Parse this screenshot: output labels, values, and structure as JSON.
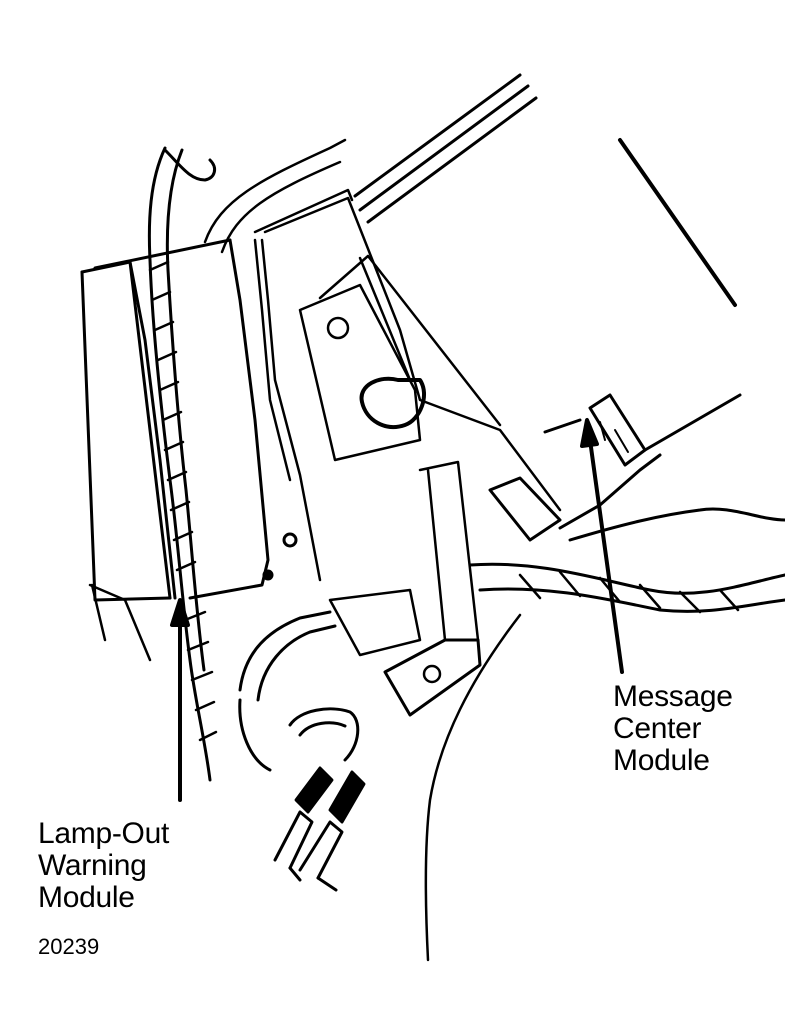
{
  "labels": {
    "lamp_out_module": [
      "Lamp-Out",
      "Warning",
      "Module"
    ],
    "message_center_module": [
      "Message",
      "Center",
      "Module"
    ]
  },
  "figure_number": "20239",
  "colors": {
    "ink": "#000000",
    "paper": "#ffffff"
  }
}
